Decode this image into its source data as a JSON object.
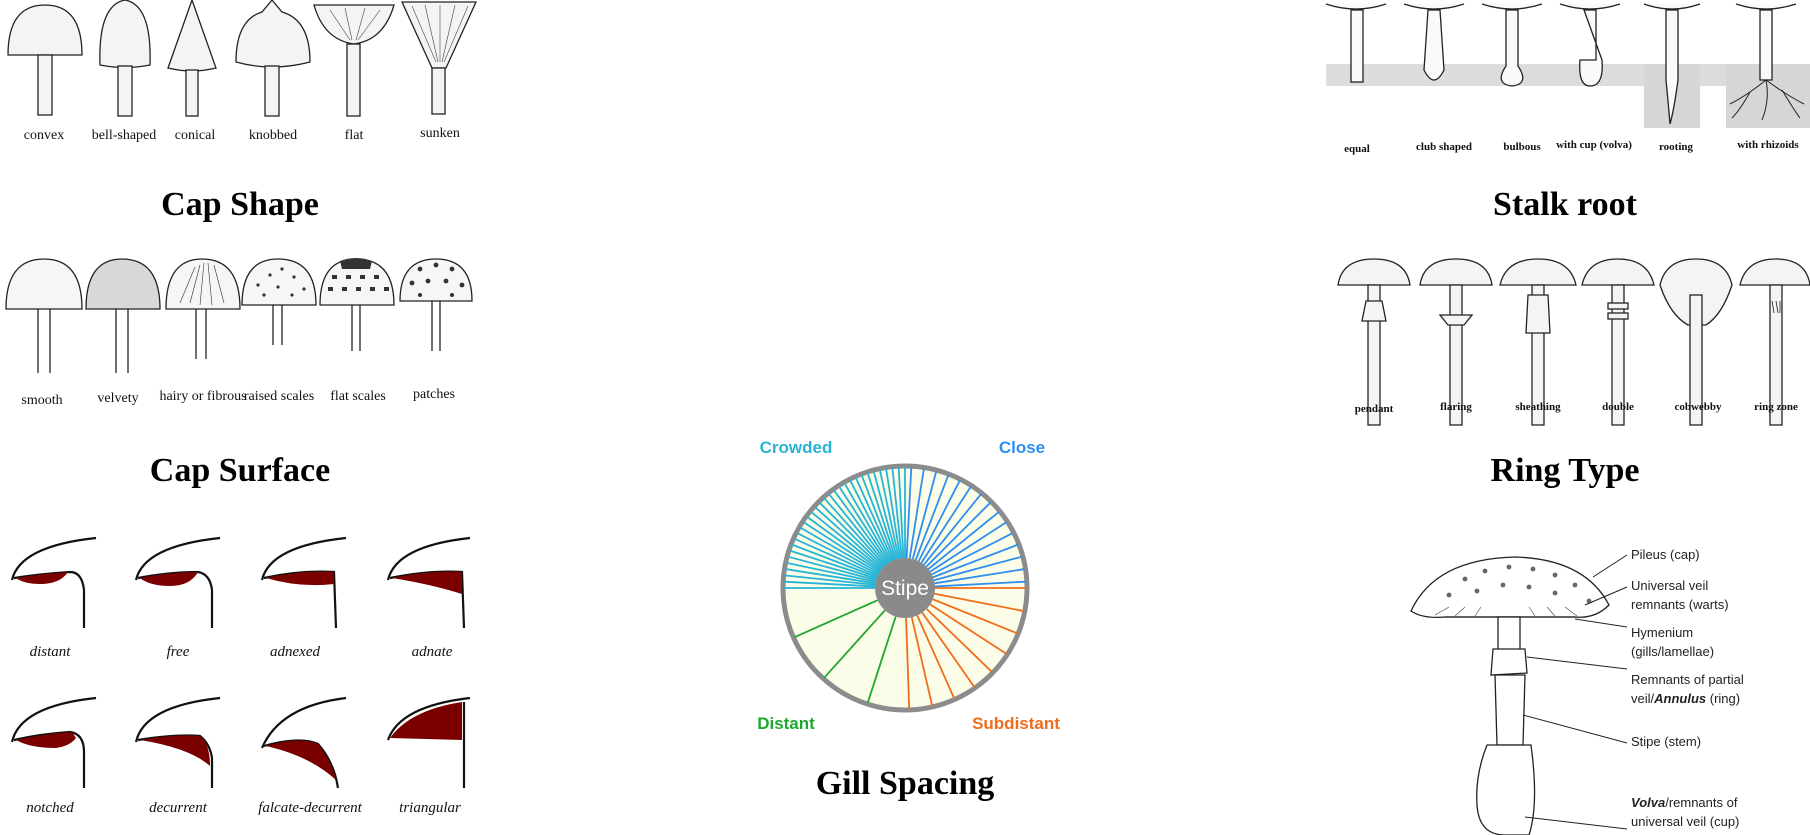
{
  "cap_shape": {
    "title": "Cap Shape",
    "items": [
      "convex",
      "bell-shaped",
      "conical",
      "knobbed",
      "flat",
      "sunken"
    ]
  },
  "cap_surface": {
    "title": "Cap Surface",
    "items": [
      "smooth",
      "velvety",
      "hairy or fibrous",
      "raised scales",
      "flat scales",
      "patches"
    ]
  },
  "gill_attachment": {
    "row1": [
      "distant",
      "free",
      "adnexed",
      "adnate"
    ],
    "row2": [
      "notched",
      "decurrent",
      "falcate-decurrent",
      "triangular"
    ],
    "fill_color": "#7a0000"
  },
  "gill_spacing": {
    "title": "Gill Spacing",
    "center": "Stipe",
    "crowded": "Crowded",
    "close": "Close",
    "distant": "Distant",
    "subdistant": "Subdistant",
    "colors": {
      "crowded": "#26b5d6",
      "close": "#2f8ff0",
      "distant": "#1fa82e",
      "subdistant": "#f26d1b",
      "fill": "#fbfde8",
      "rim": "#8c8c8c",
      "center": "#8a8a8a"
    }
  },
  "stalk_root": {
    "title": "Stalk root",
    "items": [
      "equal",
      "club shaped",
      "bulbous",
      "with cup (volva)",
      "rooting",
      "with rhizoids"
    ]
  },
  "ring_type": {
    "title": "Ring Type",
    "items": [
      "pendant",
      "flaring",
      "sheathing",
      "double",
      "cobwebby",
      "ring zone"
    ]
  },
  "anatomy": {
    "labels": [
      "Pileus (cap)",
      "Universal veil",
      "remnants (warts)",
      "Hymenium",
      "(gills/lamellae)",
      "Remnants of partial",
      "veil/",
      "Annulus",
      " (ring)",
      "Stipe (stem)",
      "Volva",
      "/remnants of",
      "universal veil (cup)"
    ]
  }
}
